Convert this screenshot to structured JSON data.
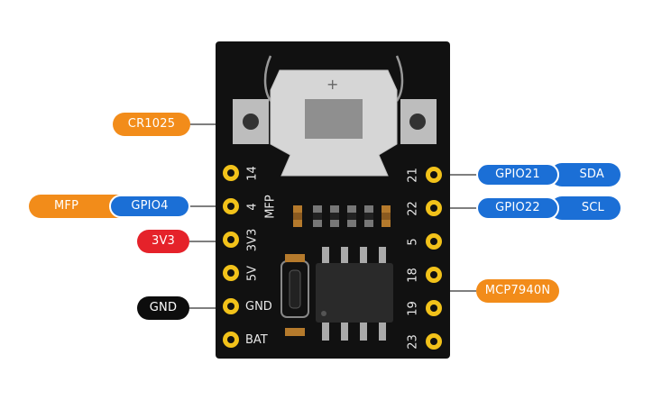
{
  "callouts": {
    "battery": "CR1025",
    "mfp": "MFP",
    "gpio4": "GPIO4",
    "v3v3": "3V3",
    "gnd": "GND",
    "gpio21": "GPIO21",
    "sda": "SDA",
    "gpio22": "GPIO22",
    "scl": "SCL",
    "rtc": "MCP7940N"
  },
  "left_pins": [
    "14",
    "4",
    "3V3",
    "5V",
    "GND",
    "BAT"
  ],
  "right_pins": [
    "21",
    "22",
    "5",
    "18",
    "19",
    "23"
  ],
  "silkscreen": {
    "mfp": "MFP",
    "plus": "+"
  },
  "colors": {
    "board": "#111111",
    "pad": "#f2c21a",
    "orange": "#f28c1a",
    "blue": "#1b6fd6",
    "red": "#e5222a",
    "black": "#0d0d0d"
  }
}
